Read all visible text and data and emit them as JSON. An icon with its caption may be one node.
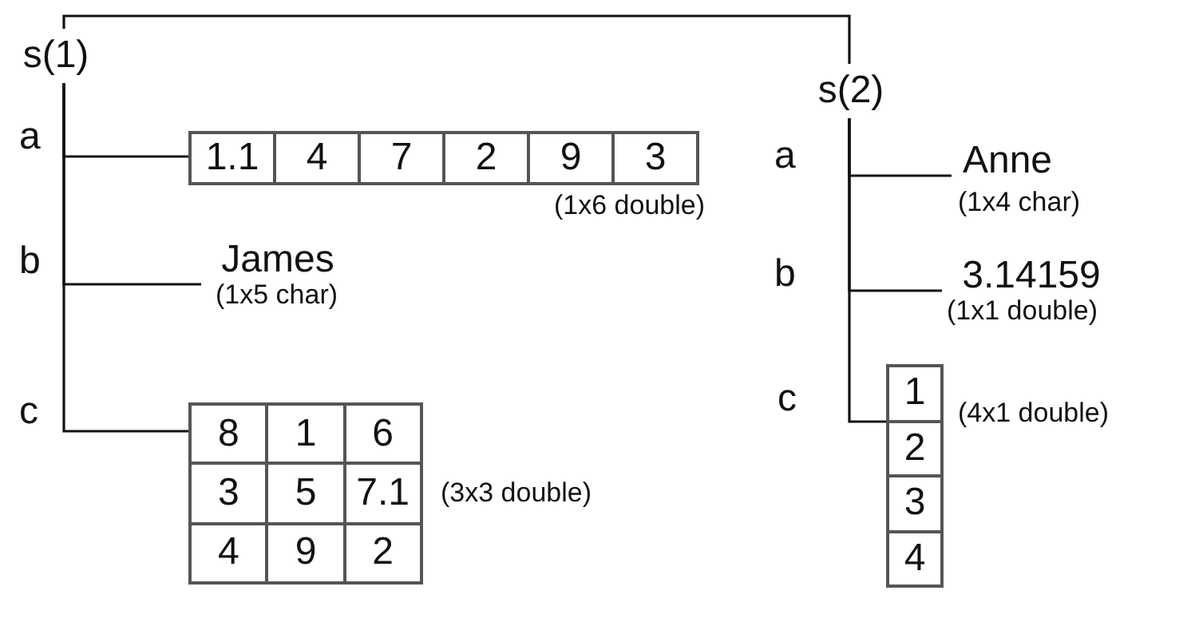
{
  "diagram": {
    "nodes": [
      {
        "text": [
          "s(1)"
        ]
      },
      {
        "text": [
          "1.1",
          "4",
          "7",
          "2",
          "9",
          "3"
        ],
        "beside": [
          "(1x6 double)"
        ]
      },
      {
        "text": [
          "James"
        ],
        "beside": [
          "(1x5 char)"
        ]
      },
      {
        "text": [
          "8",
          "1",
          "6",
          "3",
          "5",
          "7.1",
          "4",
          "9",
          "2"
        ],
        "beside": [
          "(3x3 double)"
        ]
      },
      {
        "text": [
          "s(2)"
        ]
      },
      {
        "text": [
          "Anne"
        ],
        "beside": [
          "(1x4 char)"
        ]
      },
      {
        "text": [
          "3.14159"
        ],
        "beside": [
          "(1x1 double)"
        ]
      },
      {
        "text": [
          "1",
          "2",
          "3",
          "4"
        ],
        "beside": [
          "(4x1 double)"
        ]
      }
    ],
    "edges": [
      {
        "from": 0,
        "to": 4,
        "arrow": "none"
      },
      {
        "from": 0,
        "to": 1,
        "arrow": "none",
        "label": "a"
      },
      {
        "from": 0,
        "to": 2,
        "arrow": "none",
        "label": "b"
      },
      {
        "from": 0,
        "to": 3,
        "arrow": "none",
        "label": "c"
      },
      {
        "from": 4,
        "to": 5,
        "arrow": "none",
        "label": "a"
      },
      {
        "from": 4,
        "to": 6,
        "arrow": "none",
        "label": "b"
      },
      {
        "from": 4,
        "to": 7,
        "arrow": "none",
        "label": "c"
      }
    ]
  }
}
